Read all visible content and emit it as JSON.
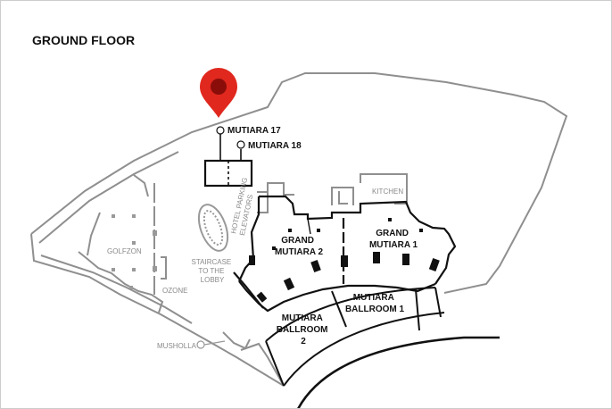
{
  "map": {
    "title": "GROUND FLOOR",
    "marker_color": "#e0281e",
    "rooms": {
      "mutiara17": "MUTIARA 17",
      "mutiara18": "MUTIARA 18",
      "kitchen": "KITCHEN",
      "hotel_parking_1": "HOTEL PARKING",
      "hotel_parking_2": "ELEVATORS",
      "staircase_1": "STAIRCASE",
      "staircase_2": "TO THE",
      "staircase_3": "LOBBY",
      "grand_mutiara_2_a": "GRAND",
      "grand_mutiara_2_b": "MUTIARA 2",
      "grand_mutiara_1_a": "GRAND",
      "grand_mutiara_1_b": "MUTIARA 1",
      "ballroom1_a": "MUTIARA",
      "ballroom1_b": "BALLROOM 1",
      "ballroom2_a": "MUTIARA",
      "ballroom2_b": "BALLROOM",
      "ballroom2_c": "2",
      "golfzon": "GOLFZON",
      "ozone": "OZONE",
      "musholla": "MUSHOLLA"
    }
  }
}
